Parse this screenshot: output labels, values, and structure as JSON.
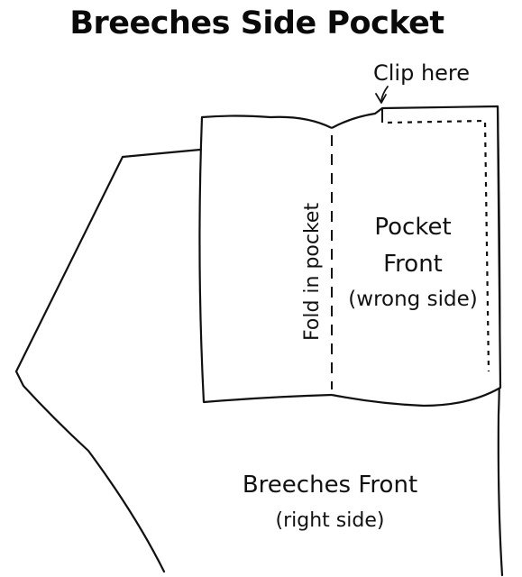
{
  "title": "Breeches Side Pocket",
  "labels": {
    "clip_here": "Clip here",
    "fold_in_pocket": "Fold in pocket",
    "pocket_front_line1": "Pocket",
    "pocket_front_line2": "Front",
    "pocket_front_line3": "(wrong side)",
    "breeches_front_line1": "Breeches Front",
    "breeches_front_line2": "(right side)"
  },
  "colors": {
    "ink": "#111111",
    "paper": "#ffffff"
  }
}
